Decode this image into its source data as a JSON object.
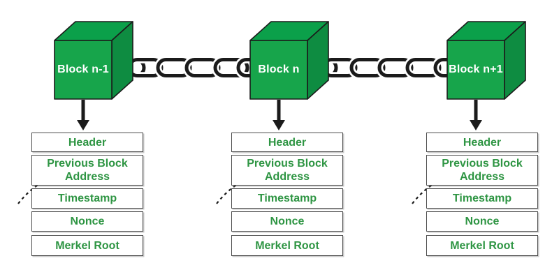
{
  "colors": {
    "cube-front": "#17a54b",
    "cube-top": "#0ba04a",
    "cube-side": "#0e8c41",
    "line": "#1b1b1b",
    "field-text": "#2e9543",
    "box-border": "#4a4a4a",
    "cube-label-text": "#ffffff"
  },
  "blocks": [
    {
      "label": "Block n-1",
      "fields": [
        "Header",
        "Previous Block Address",
        "Timestamp",
        "Nonce",
        "Merkel Root"
      ]
    },
    {
      "label": "Block n",
      "fields": [
        "Header",
        "Previous Block Address",
        "Timestamp",
        "Nonce",
        "Merkel Root"
      ]
    },
    {
      "label": "Block n+1",
      "fields": [
        "Header",
        "Previous Block Address",
        "Timestamp",
        "Nonce",
        "Merkel Root"
      ]
    }
  ]
}
